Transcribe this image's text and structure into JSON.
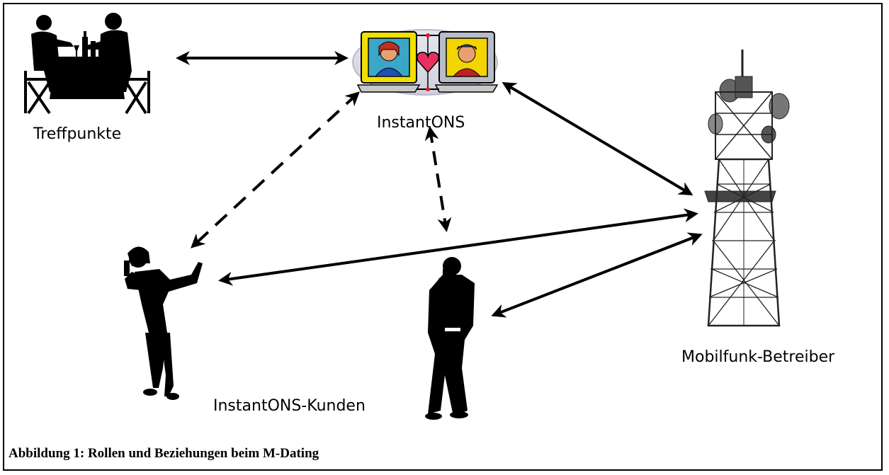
{
  "labels": {
    "treffpunkte": "Treffpunkte",
    "instantons": "InstantONS",
    "kunden": "InstantONS-Kunden",
    "betreiber": "Mobilfunk-Betreiber"
  },
  "caption": "Abbildung 1: Rollen und Beziehungen beim M-Dating",
  "icons": {
    "meeting_place": "couple-at-table-icon",
    "service": "computer-dating-icon",
    "customer_female": "woman-with-phone-icon",
    "customer_male": "man-with-phone-icon",
    "operator": "cell-tower-icon"
  },
  "edges": [
    {
      "from": "Treffpunkte",
      "to": "InstantONS",
      "style": "solid"
    },
    {
      "from": "InstantONS",
      "to": "Mobilfunk-Betreiber",
      "style": "solid"
    },
    {
      "from": "InstantONS",
      "to": "InstantONS-Kunden (Frau)",
      "style": "dashed"
    },
    {
      "from": "InstantONS",
      "to": "InstantONS-Kunden (Mann)",
      "style": "dashed"
    },
    {
      "from": "InstantONS-Kunden (Frau)",
      "to": "Mobilfunk-Betreiber",
      "style": "solid"
    },
    {
      "from": "InstantONS-Kunden (Mann)",
      "to": "Mobilfunk-Betreiber",
      "style": "solid"
    }
  ]
}
